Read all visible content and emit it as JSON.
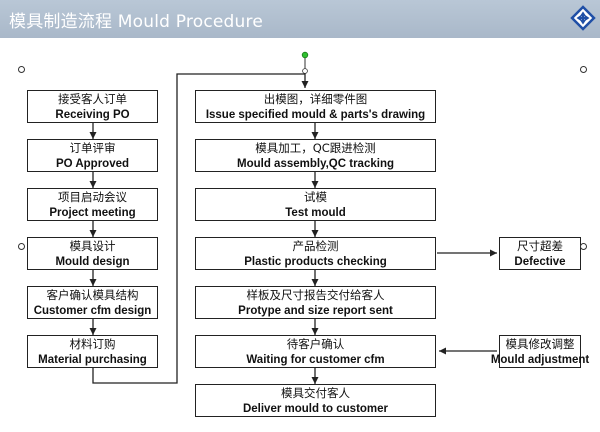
{
  "header": {
    "title": "模具制造流程 Mould Procedure",
    "colors": {
      "band": "#b0bfcf",
      "logo": "#1f4fa6"
    }
  },
  "logo": {
    "icon": "diamond-arrows-icon"
  },
  "left_column": [
    {
      "zh": "接受客人订单",
      "en": "Receiving PO"
    },
    {
      "zh": "订单评审",
      "en": "PO Approved"
    },
    {
      "zh": "项目启动会议",
      "en": "Project meeting"
    },
    {
      "zh": "模具设计",
      "en": "Mould design"
    },
    {
      "zh": "客户确认模具结构",
      "en": "Customer cfm design"
    },
    {
      "zh": "材料订购",
      "en": "Material purchasing"
    }
  ],
  "center_column": [
    {
      "zh": "出模图，详细零件图",
      "en": "Issue specified mould & parts's drawing"
    },
    {
      "zh": "模具加工，QC跟进检测",
      "en": "Mould assembly,QC tracking"
    },
    {
      "zh": "试模",
      "en": "Test mould"
    },
    {
      "zh": "产品检测",
      "en": "Plastic products checking"
    },
    {
      "zh": "样板及尺寸报告交付给客人",
      "en": "Protype and size report sent"
    },
    {
      "zh": "待客户确认",
      "en": "Waiting for customer cfm"
    },
    {
      "zh": "模具交付客人",
      "en": "Deliver mould to customer"
    }
  ],
  "right_column": {
    "defective": {
      "zh": "尺寸超差",
      "en": "Defective"
    },
    "adjustment": {
      "zh": "模具修改调整",
      "en": "Mould adjustment"
    }
  }
}
